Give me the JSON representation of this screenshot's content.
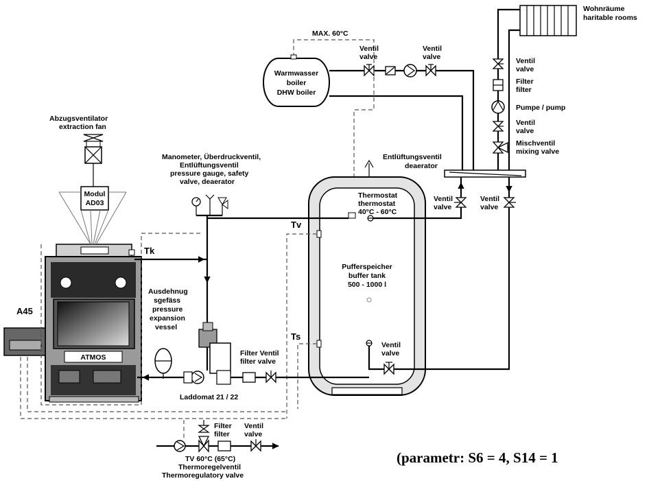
{
  "labels": {
    "wohnraeume": "Wohnräume",
    "haritable_rooms": "haritable rooms",
    "max_temp": "MAX. 60°C",
    "warmwasser": "Warmwasser",
    "boiler": "boiler",
    "dhw_boiler": "DHW boiler",
    "ventil": "Ventil",
    "valve": "valve",
    "filter_de": "Filter",
    "filter_en": "filter",
    "pumpe_pump": "Pumpe / pump",
    "mischventil": "Mischventil",
    "mixing_valve": "mixing valve",
    "abzug_1": "Abzugsventilator",
    "abzug_2": "extraction fan",
    "modul_1": "Modul",
    "modul_2": "AD03",
    "mano_1": "Manometer, Überdruckventil,",
    "mano_2": "Entlüftungsventil",
    "mano_3": "pressure gauge, safety",
    "mano_4": "valve, deaerator",
    "entl_1": "Entlüftungsventil",
    "entl_2": "deaerator",
    "thermo_1": "Thermostat",
    "thermo_2": "thermostat",
    "thermo_3": "40°C - 60°C",
    "tv": "Tv",
    "ts": "Ts",
    "tk": "Tk",
    "a45": "A45",
    "atmos": "ATMOS",
    "puffer_1": "Pufferspeicher",
    "puffer_2": "buffer tank",
    "puffer_3": "500 - 1000 l",
    "ausd_1": "Ausdehnug",
    "ausd_2": "sgefäss",
    "ausd_3": "pressure",
    "ausd_4": "expansion",
    "ausd_5": "vessel",
    "filter_ventil": "Filter Ventil",
    "filter_valve": "filter valve",
    "laddomat": "Laddomat 21 / 22",
    "tv60": "TV 60°C (65°C)",
    "thermoregel": "Thermoregelventil",
    "thermoreg_en": "Thermoregulatory valve",
    "param": "(parametr: S6 = 4, S14 = 1"
  }
}
